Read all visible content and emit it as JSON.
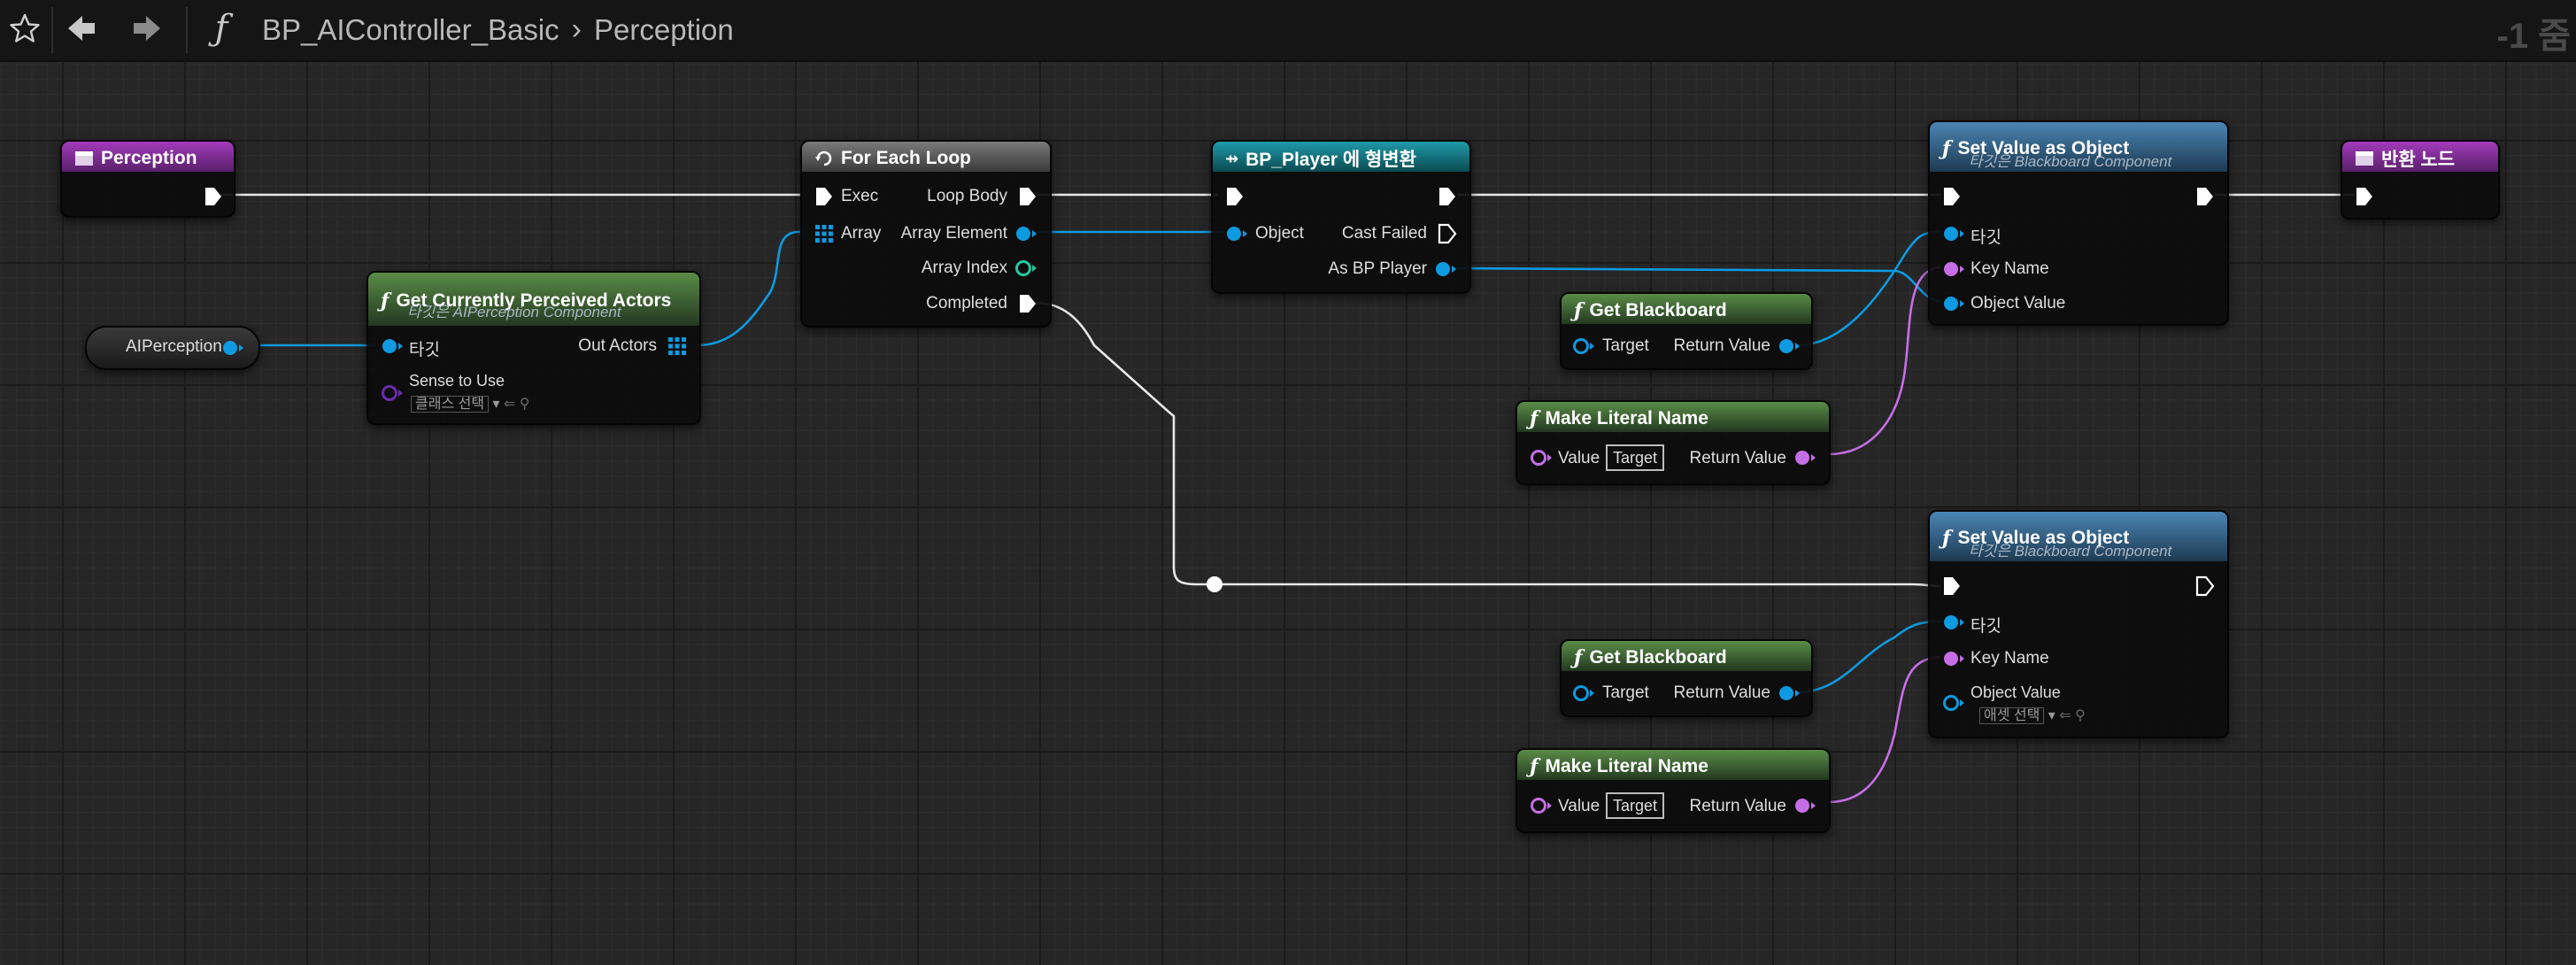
{
  "toolbar": {
    "favorite_icon": "star-icon",
    "back_icon": "arrow-left-icon",
    "forward_icon": "arrow-right-icon",
    "function_icon": "function-icon",
    "breadcrumb": [
      "BP_AIController_Basic",
      "Perception"
    ],
    "zoom": "-1 줌"
  },
  "nodes": {
    "perception": {
      "title": "Perception"
    },
    "get_perceived": {
      "title": "Get Currently Perceived Actors",
      "subtitle": "타깃은 AIPerception Component",
      "target": "타깃",
      "sense": "Sense to Use",
      "sense_value": "클래스 선택",
      "out": "Out Actors"
    },
    "aiperception": {
      "title": "AIPerception"
    },
    "for_each": {
      "title": "For Each Loop",
      "exec": "Exec",
      "array": "Array",
      "loop_body": "Loop Body",
      "array_element": "Array Element",
      "array_index": "Array Index",
      "completed": "Completed"
    },
    "cast": {
      "title": "BP_Player 에 형변환",
      "object": "Object",
      "cast_failed": "Cast Failed",
      "as_player": "As BP Player"
    },
    "set_value_1": {
      "title": "Set Value as Object",
      "subtitle": "타깃은 Blackboard Component",
      "target": "타깃",
      "key": "Key Name",
      "object": "Object Value"
    },
    "set_value_2": {
      "title": "Set Value as Object",
      "subtitle": "타깃은 Blackboard Component",
      "target": "타깃",
      "key": "Key Name",
      "object": "Object Value",
      "object_value": "애셋 선택"
    },
    "return": {
      "title": "반환 노드"
    },
    "get_bb_1": {
      "title": "Get Blackboard",
      "target": "Target",
      "ret": "Return Value"
    },
    "literal_1": {
      "title": "Make Literal Name",
      "value": "Value",
      "value_box": "Target",
      "ret": "Return Value"
    },
    "get_bb_2": {
      "title": "Get Blackboard",
      "target": "Target",
      "ret": "Return Value"
    },
    "literal_2": {
      "title": "Make Literal Name",
      "value": "Value",
      "value_box": "Target",
      "ret": "Return Value"
    }
  },
  "colors": {
    "exec": "#ffffff",
    "object_pin": "#0d9ae0",
    "name_pin": "#c66ee6",
    "int_pin": "#21c8a0",
    "event_head": "#7c2e8f",
    "func_head_green": "#4c7a3c",
    "func_head_blue": "#3b6d95",
    "cast_head": "#1c7580",
    "macro_head": "#5a5a5a"
  }
}
